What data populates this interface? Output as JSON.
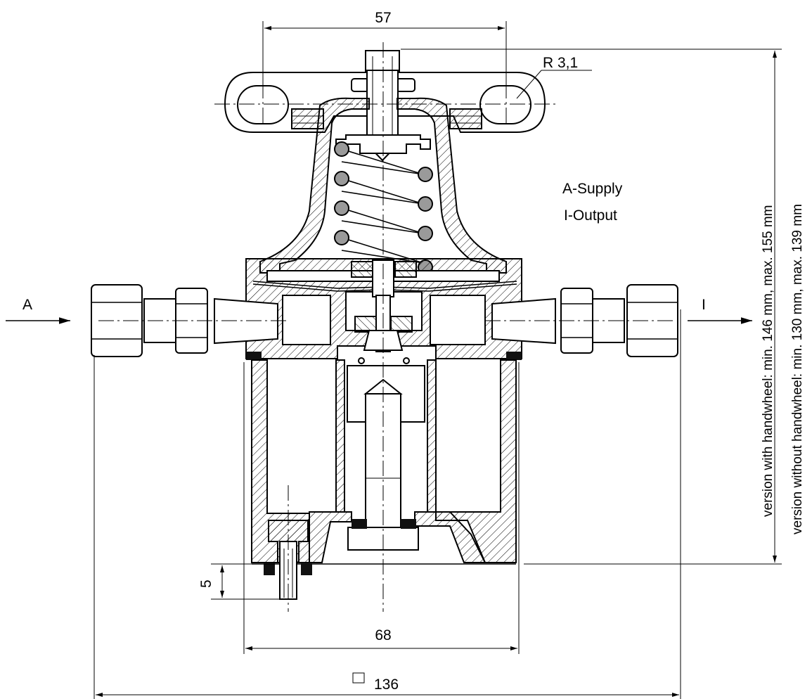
{
  "dimensions": {
    "handwheel_width": "57",
    "slot_radius": "R 3,1",
    "bottom_width": "68",
    "outlet_depth": "5",
    "overall_square": "136"
  },
  "legend": {
    "supply": "A-Supply",
    "output": "I-Output"
  },
  "ports": {
    "inlet": "A",
    "outlet": "I"
  },
  "heights": {
    "with_handwheel": "version with handwheel: min. 146 mm, max. 155 mm",
    "without_handwheel": "version without handwheel: min. 130 mm, max. 139 mm"
  }
}
